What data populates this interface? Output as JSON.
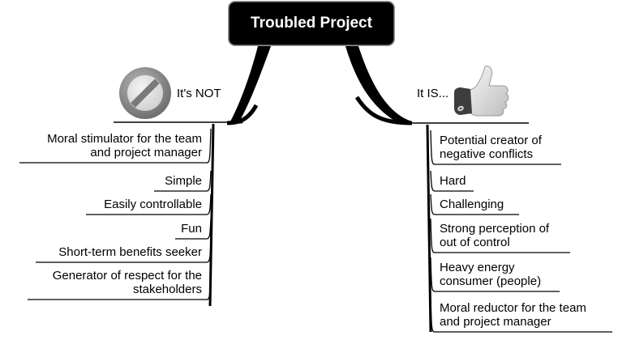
{
  "central_topic": "Troubled Project",
  "branches": {
    "left": {
      "label": "It's NOT",
      "icon": "prohibited-icon",
      "topics": [
        {
          "lines": [
            "Moral stimulator for the team",
            "and project manager"
          ]
        },
        {
          "lines": [
            "Simple"
          ]
        },
        {
          "lines": [
            "Easily controllable"
          ]
        },
        {
          "lines": [
            "Fun"
          ]
        },
        {
          "lines": [
            "Short-term benefits seeker"
          ]
        },
        {
          "lines": [
            "Generator of respect for the",
            "stakeholders"
          ]
        }
      ]
    },
    "right": {
      "label": "It IS...",
      "icon": "thumbs-up-icon",
      "topics": [
        {
          "lines": [
            "Potential creator of",
            "negative conflicts"
          ]
        },
        {
          "lines": [
            "Hard"
          ]
        },
        {
          "lines": [
            "Challenging"
          ]
        },
        {
          "lines": [
            "Strong perception of",
            "out of control"
          ]
        },
        {
          "lines": [
            "Heavy energy",
            "consumer (people)"
          ]
        },
        {
          "lines": [
            "Moral reductor for the team",
            "and project manager"
          ]
        }
      ]
    }
  },
  "colors": {
    "central_bg": "#000000",
    "central_text": "#ffffff",
    "lines": "#000000",
    "icon_gray": "#8a8a8a"
  }
}
